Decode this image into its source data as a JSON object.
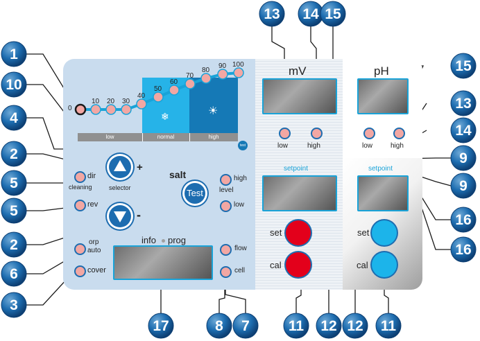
{
  "scale": {
    "ticks": [
      "0",
      "10",
      "20",
      "30",
      "40",
      "50",
      "60",
      "70",
      "80",
      "90",
      "100"
    ],
    "zones": [
      "low",
      "normal",
      "high"
    ],
    "test_badge": "test"
  },
  "controls": {
    "plus": "+",
    "minus": "-",
    "selector": "selector",
    "dir": "dir",
    "cleaning": "cleaning",
    "rev": "rev",
    "orp_auto": [
      "orp",
      "auto"
    ],
    "cover": "cover",
    "salt": "salt",
    "test_button": "Test",
    "level": "level",
    "high": "high",
    "low": "low",
    "flow": "flow",
    "cell": "cell",
    "info": "info",
    "prog": "prog"
  },
  "mv": {
    "title": "mV",
    "low": "low",
    "high": "high",
    "setpoint": "setpoint",
    "set": "set",
    "cal": "cal"
  },
  "ph": {
    "title": "pH",
    "low": "low",
    "high": "high",
    "setpoint": "setpoint",
    "set": "set",
    "cal": "cal"
  },
  "callouts": {
    "left": [
      "1",
      "10",
      "4",
      "2",
      "5",
      "5",
      "2",
      "6",
      "3"
    ],
    "top": [
      "13",
      "14",
      "15"
    ],
    "right": [
      "15",
      "13",
      "14",
      "9",
      "9",
      "16",
      "16"
    ],
    "bottom": [
      "17",
      "8",
      "7",
      "11",
      "12",
      "12",
      "11"
    ]
  },
  "colors": {
    "accent_blue": "#19a3d8",
    "callout_blue": "#1d6db0",
    "red_button": "#e3001b",
    "cyan_button": "#1cb4ea",
    "led_pink": "#f2a7a3",
    "normal_zone": "#26b3e8",
    "high_zone": "#1579b6"
  }
}
